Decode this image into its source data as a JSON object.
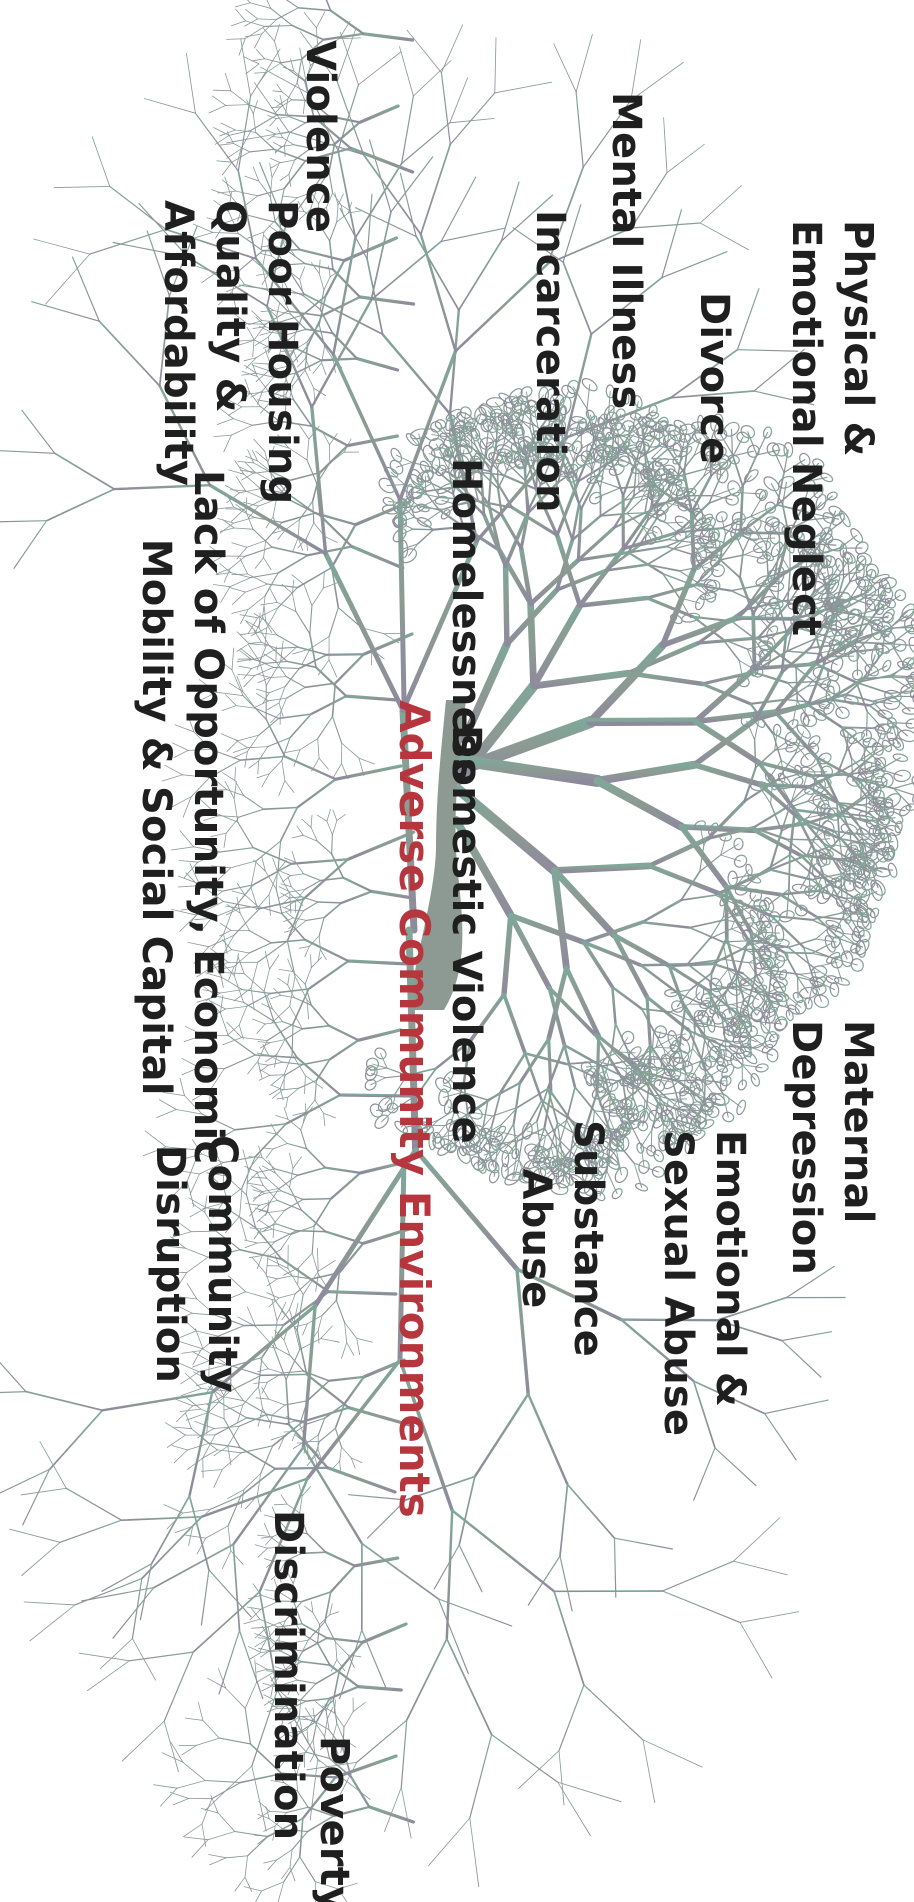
{
  "heading": "Adverse Community Environments",
  "branch_labels": {
    "maternal_depression": [
      "Maternal",
      "Depression"
    ],
    "physical_emotional_neglect": [
      "Physical &",
      "Emotional Neglect"
    ],
    "emotional_sexual_abuse": [
      "Emotional &",
      "Sexual Abuse"
    ],
    "divorce": "Divorce",
    "mental_illness": "Mental Illness",
    "substance_abuse": [
      "Substance",
      "Abuse"
    ],
    "incarceration": "Incarceration",
    "domestic_violence": "Domestic Violence",
    "homelessness": "Homelessness"
  },
  "root_labels": {
    "poverty": "Poverty",
    "discrimination": "Discrimination",
    "community_disruption": [
      "Community",
      "Disruption"
    ],
    "lack_of_opportunity": [
      "Lack of Opportunity, Economic",
      "Mobility & Social Capital"
    ],
    "poor_housing": [
      "Poor Housing",
      "Quality &",
      "Affordability"
    ],
    "violence": "Violence"
  },
  "colors": {
    "heading": "#b7353d",
    "text": "#1f1f1f",
    "tree_left": "#7fa79a",
    "tree_right": "#8e8a9e"
  }
}
